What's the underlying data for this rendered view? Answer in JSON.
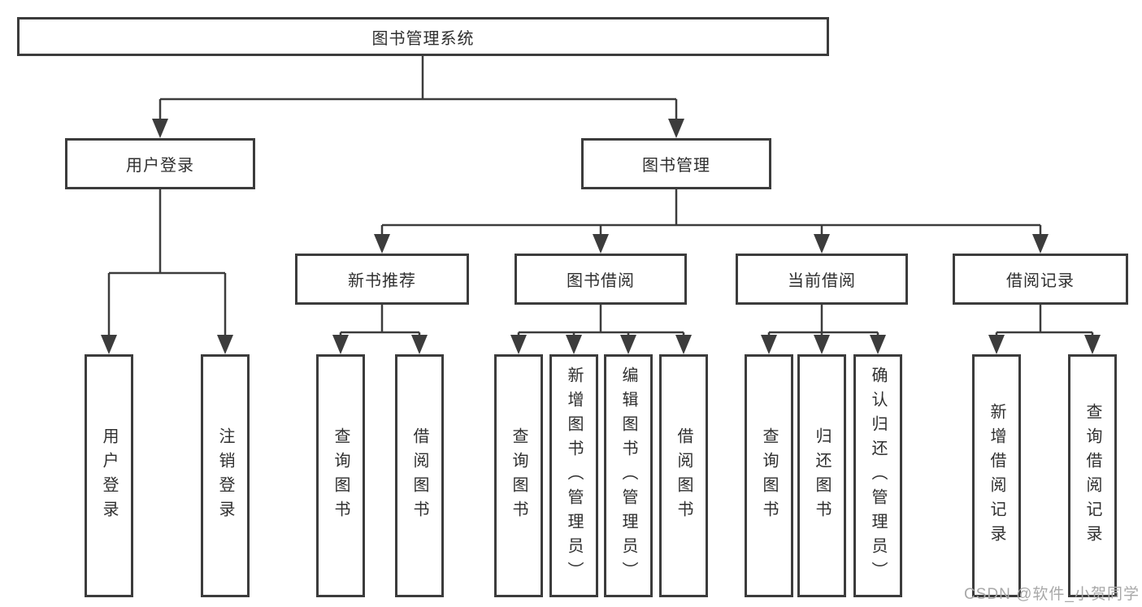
{
  "nodes": {
    "root": "图书管理系统",
    "user_login": "用户登录",
    "book_management": "图书管理",
    "new_book_recommend": "新书推荐",
    "book_borrow": "图书借阅",
    "current_borrow": "当前借阅",
    "borrow_records": "借阅记录",
    "login_children": [
      "用户登录",
      "注销登录"
    ],
    "new_book_children": [
      "查询图书",
      "借阅图书"
    ],
    "book_borrow_children": [
      "查询图书",
      "新增图书（管理员）",
      "编辑图书（管理员）",
      "借阅图书"
    ],
    "current_borrow_children": [
      "查询图书",
      "归还图书",
      "确认归还（管理员）"
    ],
    "borrow_records_children": [
      "新增借阅记录",
      "查询借阅记录"
    ]
  },
  "watermark": "CSDN @软件_小贺同学",
  "colors": {
    "line": "#3c3c3c",
    "text": "#2f2f2f",
    "watermark": "#a8a8a8",
    "background": "#ffffff"
  }
}
